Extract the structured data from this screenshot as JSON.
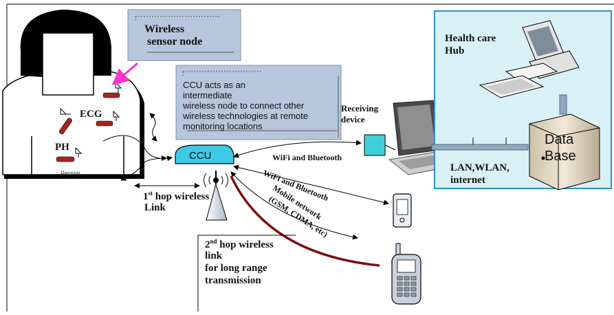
{
  "labels": {
    "wireless_sensor_node_line1": "Wireless",
    "wireless_sensor_node_line2": "sensor node",
    "ccu_desc_line1": "CCU acts as an",
    "ccu_desc_line2": "intermediate",
    "ccu_desc_line3": "wireless node to connect other",
    "ccu_desc_line4": "wireless technologies at remote",
    "ccu_desc_line5": "monitoring locations",
    "ccu": "CCU",
    "ecg": "ECG",
    "ph": "PH",
    "person": "Person",
    "first_hop_line1_pre": "1",
    "first_hop_sup": "st",
    "first_hop_line1_post": " hop wireless",
    "first_hop_line2": "Link",
    "second_hop_line1_pre": "2",
    "second_hop_sup": "nd",
    "second_hop_line1_post": " hop wireless",
    "second_hop_line2": "link",
    "second_hop_line3": "for long range",
    "second_hop_line4": "transmission",
    "receiving_device_line1": "Receiving",
    "receiving_device_line2": "device",
    "wifi_bluetooth_laptop": "WiFi and Bluetooth",
    "wifi_bluetooth_pda": "WiFi and Bluetooth",
    "mobile_network_line1": "Mobile network",
    "mobile_network_line2": "(GSM, CDMA, etc)",
    "health_care_hub_line1": "Health care",
    "health_care_hub_line2": "Hub",
    "data_base_line1": "Data",
    "data_base_line2": "Base",
    "lan_line1": "LAN,WLAN,",
    "lan_line2": "internet"
  },
  "colors": {
    "callout_fill": "#b7c6dc",
    "ccu_fill": "#3ec9e6",
    "hub_fill": "#d7f1f7",
    "hub_border": "#2f8fc0",
    "magenta_arrow": "#ff33cc",
    "long_range_arc": "#7a0f0f",
    "receiver_square": "#41d0d8",
    "sensor_red": "#a8231f"
  }
}
